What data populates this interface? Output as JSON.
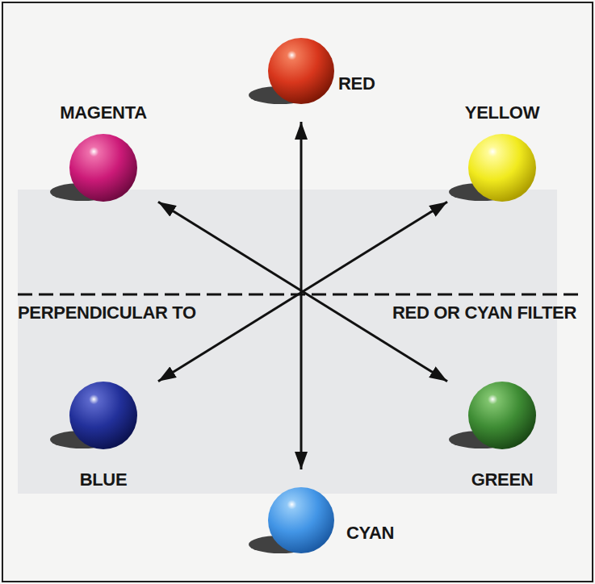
{
  "diagram": {
    "nodes": [
      {
        "text": [
          "RED"
        ]
      },
      {
        "text": [
          "MAGENTA"
        ]
      },
      {
        "text": [
          "YELLOW"
        ]
      },
      {
        "text": [
          "BLUE"
        ]
      },
      {
        "text": [
          "GREEN"
        ]
      },
      {
        "text": [
          "CYAN"
        ]
      }
    ],
    "edges": [
      {
        "from": 0,
        "to": 5,
        "arrow": "both"
      },
      {
        "from": 1,
        "to": 4,
        "arrow": "both"
      },
      {
        "from": 2,
        "to": 3,
        "arrow": "both"
      }
    ],
    "labels": [
      "PERPENDICULAR TO",
      "RED OR CYAN FILTER"
    ]
  }
}
